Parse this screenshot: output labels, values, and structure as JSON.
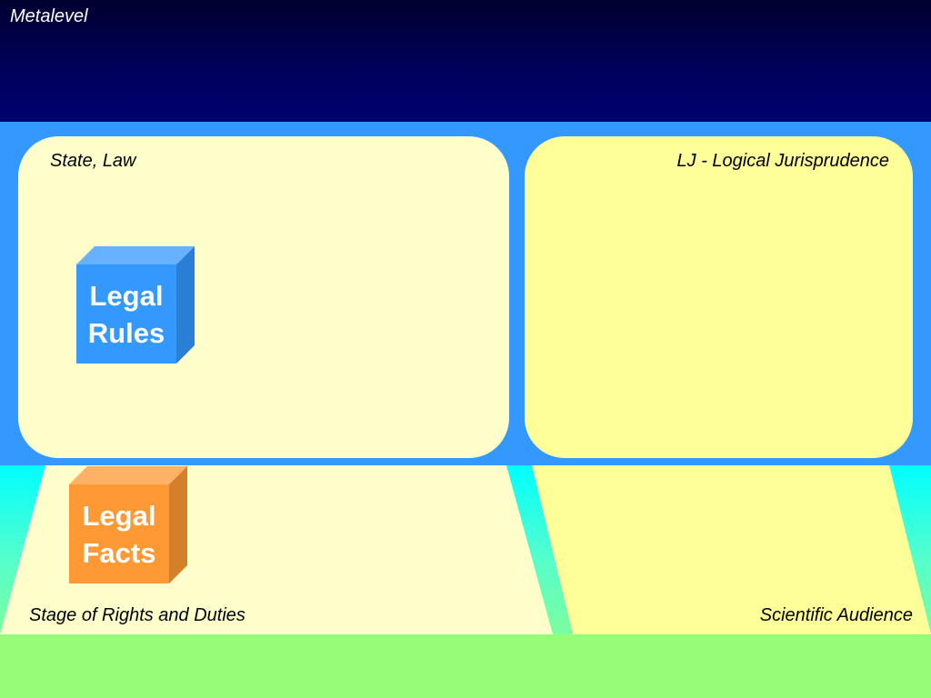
{
  "header": {
    "label": "Metalevel"
  },
  "panels": {
    "state_law": {
      "title": "State, Law"
    },
    "lj": {
      "title": "LJ - Logical Jurisprudence"
    }
  },
  "cubes": {
    "legal_rules": {
      "label": "Legal\nRules",
      "color": "#3399ff"
    },
    "legal_facts": {
      "label": "Legal\nFacts",
      "color": "#ff9933"
    }
  },
  "stage": {
    "rights_duties": "Stage of Rights and Duties",
    "audience": "Scientific Audience"
  },
  "colors": {
    "metalevel_band": "#00005a",
    "blue_band": "#3399ff",
    "panel_left": "#ffffcc",
    "panel_right": "#ffff99",
    "ground": "#96fd78"
  }
}
